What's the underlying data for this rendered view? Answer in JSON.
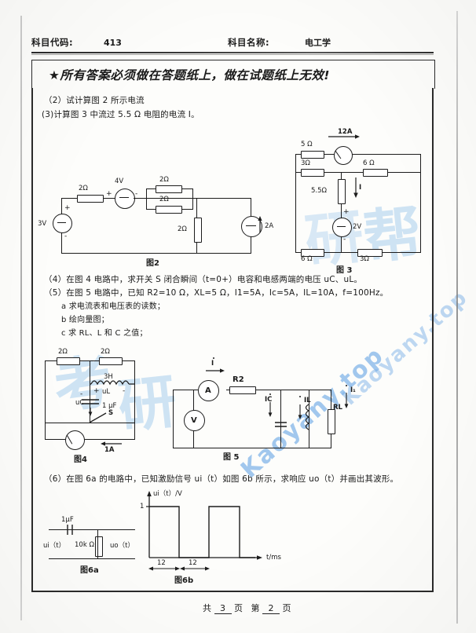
{
  "header": {
    "subject_code_label": "科目代码:",
    "subject_code_value": "413",
    "subject_name_label": "科目名称:",
    "subject_name_value": "电工学"
  },
  "notice": "★所有答案必须做在答题纸上，做在试题纸上无效!",
  "questions": [
    {
      "id": "q2",
      "text": "（2）试计算图 2 所示电流"
    },
    {
      "id": "q3",
      "text": "(3)计算图 3 中流过 5.5 Ω 电阻的电流 I。"
    },
    {
      "id": "q4",
      "text": "（4）在图 4 电路中，求开关 S 闭合瞬间（t=0+）电容和电感两端的电压 uC、uL。"
    },
    {
      "id": "q5",
      "text": "（5）在图 5 电路中，已知 R2=10 Ω，XL=5 Ω，I1=5A，Ic=5A，IL=10A，f=100Hz。"
    },
    {
      "id": "q5a",
      "text": "a 求电流表和电压表的读数；"
    },
    {
      "id": "q5b",
      "text": "b 绘向量图；"
    },
    {
      "id": "q5c",
      "text": "c 求 RL、L 和 C 之值；"
    },
    {
      "id": "q6",
      "text": "（6）在图 6a 的电路中，已知激励信号 ui（t）如图 6b 所示，求响应 uo（t）并画出其波形。"
    }
  ],
  "fig2": {
    "caption": "图2",
    "source_v1": "3V",
    "r_left": "2Ω",
    "source_v2": "4V",
    "r_top": "2Ω",
    "r_mid": "2Ω",
    "r_shunt": "2Ω",
    "source_i": "2A",
    "plus": "+",
    "minus": "-"
  },
  "fig3": {
    "caption": "图 3",
    "source_i_top": "12A",
    "r_5": "5 Ω",
    "r_3_left": "3Ω",
    "r_6_right": "6 Ω",
    "r_55": "5.5Ω",
    "current_I": "I",
    "source_v": "2V",
    "r_6_bottom": "6 Ω",
    "r_3_bottom": "3Ω",
    "plus": "+",
    "minus": "-"
  },
  "fig4": {
    "caption": "图4",
    "r_left": "2Ω",
    "r_right": "2Ω",
    "inductor": "3H",
    "u_l": "uL",
    "u_c": "uC",
    "capacitor": "1 μF",
    "switch": "S",
    "source_i": "1A",
    "plus": "+",
    "minus": "-"
  },
  "fig5": {
    "caption": "图 5",
    "current_I": "I",
    "ammeter": "A",
    "voltmeter": "V",
    "r2": "R2",
    "i_c": "IC",
    "i_l": "IL",
    "r_l": "RL",
    "i_1": "I₁"
  },
  "fig6a": {
    "caption": "图6a",
    "capacitor": "1μF",
    "resistor": "10k Ω",
    "input": "ui（t）",
    "output": "uo（t）"
  },
  "fig6b": {
    "caption": "图6b",
    "y_axis": "ui（t）/V",
    "x_axis": "t/ms",
    "y_tick": "1",
    "width_1": "12",
    "width_2": "12"
  },
  "footer": {
    "total_prefix": "共",
    "total_pages": "3",
    "total_suffix": "页",
    "current_prefix": "第",
    "current_page": "2",
    "current_suffix": "页"
  },
  "watermark": {
    "latin": "Kaoyany.top",
    "cjk1": "考",
    "cjk2": "研",
    "cjk3": "帮"
  },
  "colors": {
    "ink": "#1c1c1c",
    "watermark": "#7fb3e8",
    "paper": "#fdfdfb"
  }
}
